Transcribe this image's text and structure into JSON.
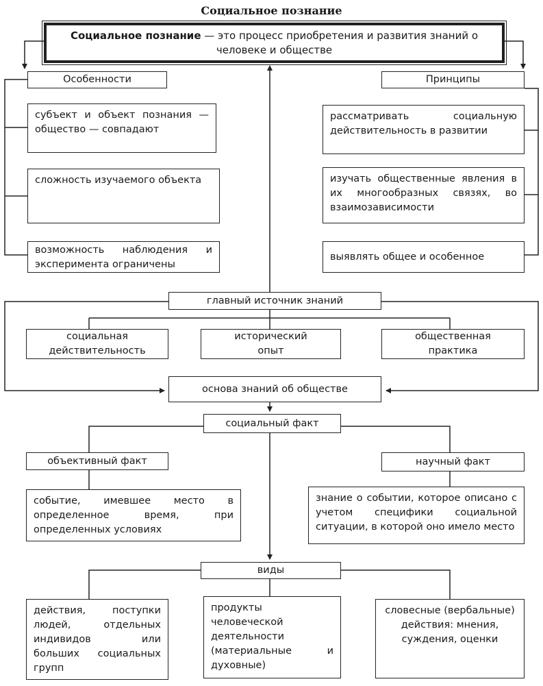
{
  "title": "Социальное познание",
  "definition": {
    "term": "Социальное познание",
    "text": " — это процесс приобретения и развития знаний о человеке и обществе"
  },
  "features": {
    "header": "Особенности",
    "items": [
      "субъект и объект познания — общество — совпадают",
      "сложность изучаемого объекта",
      "возможность наблюдения и эксперимента ограничены"
    ]
  },
  "principles": {
    "header": "Принципы",
    "items": [
      "рассматривать социальную действительность в развитии",
      "изучать общественные явления в их многообразных связях, во взаимозависимости",
      "выявлять общее и особенное"
    ]
  },
  "main_source": {
    "label": "главный источник знаний",
    "items": [
      "социальная действительность",
      "исторический опыт",
      "общественная практика"
    ]
  },
  "basis": "основа знаний об обществе",
  "social_fact": {
    "label": "социальный факт",
    "objective": {
      "label": "объективный факт",
      "text": "событие, имевшее место в определенное время, при определенных условиях"
    },
    "scientific": {
      "label": "научный факт",
      "text": "знание о событии, которое описано с учетом специфики социальной ситуации, в которой оно имело место"
    }
  },
  "types": {
    "label": "виды",
    "items": [
      "действия, поступки людей, отдельных индивидов или больших социальных групп",
      "продукты человеческой деятельности (материальные и духовные)",
      "словесные (вербальные) действия: мнения, суждения, оценки"
    ]
  }
}
